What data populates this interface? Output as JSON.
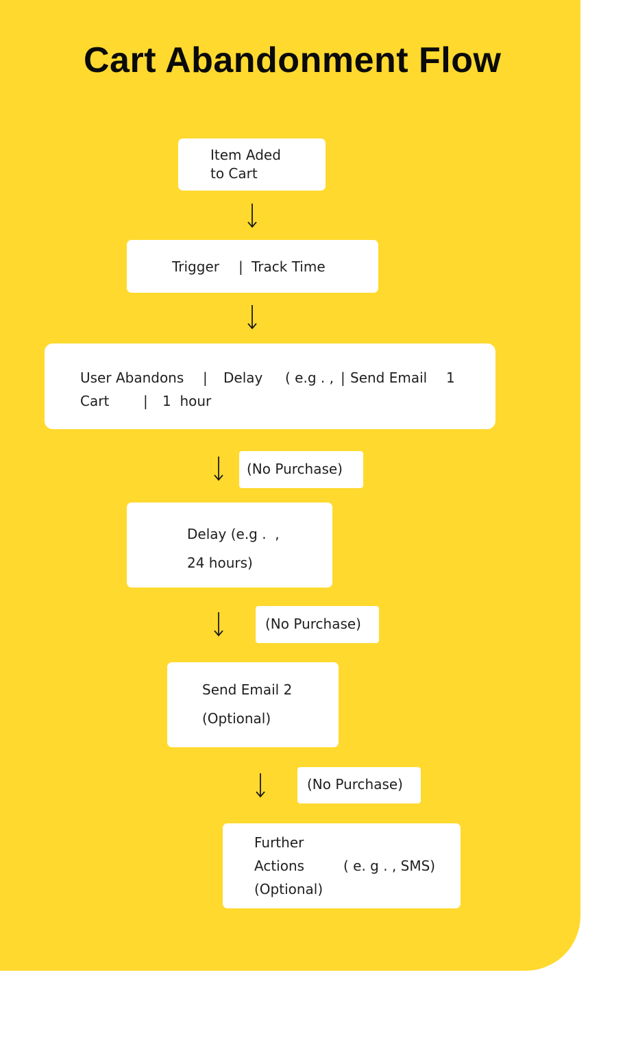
{
  "diagram": {
    "title": "Cart Abandonment Flow",
    "colors": {
      "background": "#ffd92e",
      "box": "#ffffff",
      "text": "#1e1e1e",
      "title": "#0a0a0a"
    },
    "nodes": {
      "item_added": {
        "line1": "Item Aded",
        "line2": "to Cart"
      },
      "trigger": {
        "part1": "Trigger",
        "sep": "|",
        "part2": "Track Time"
      },
      "abandon_row": {
        "col1_line1": "User Abandons",
        "col1_sep": "|",
        "col2_line1": "Delay",
        "col3_line1": "( e.g . ,",
        "col3_sep": "|",
        "col4_line1": "Send Email",
        "col4_num": "1",
        "col1_line2": "Cart",
        "line2_sep": "|",
        "col2_line2": "1  hour"
      },
      "delay_24": {
        "line1": "Delay (e.g .  ,",
        "line2": "24 hours)"
      },
      "send_email_2": {
        "line1": "Send Email 2",
        "line2": "(Optional)"
      },
      "further_actions": {
        "line1": "Further",
        "line2": "Actions",
        "line2_right": "( e. g . , SMS)",
        "line3": "(Optional)"
      }
    },
    "edge_labels": {
      "no_purchase_1": "(No Purchase)",
      "no_purchase_2": "(No Purchase)",
      "no_purchase_3": "(No Purchase)"
    },
    "arrow_icon": "arrow-down-icon"
  }
}
